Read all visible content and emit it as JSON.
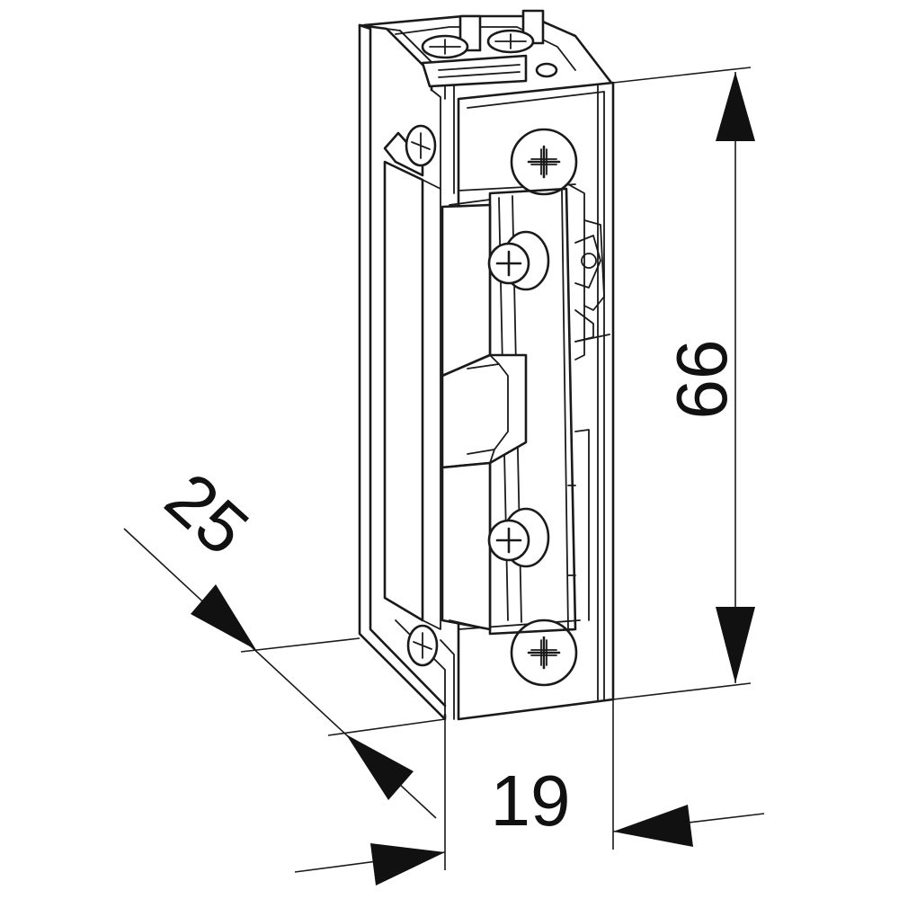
{
  "figure": {
    "subject": "electric-door-strike",
    "dimensions": {
      "height": "66",
      "width": "19",
      "depth": "25"
    }
  }
}
